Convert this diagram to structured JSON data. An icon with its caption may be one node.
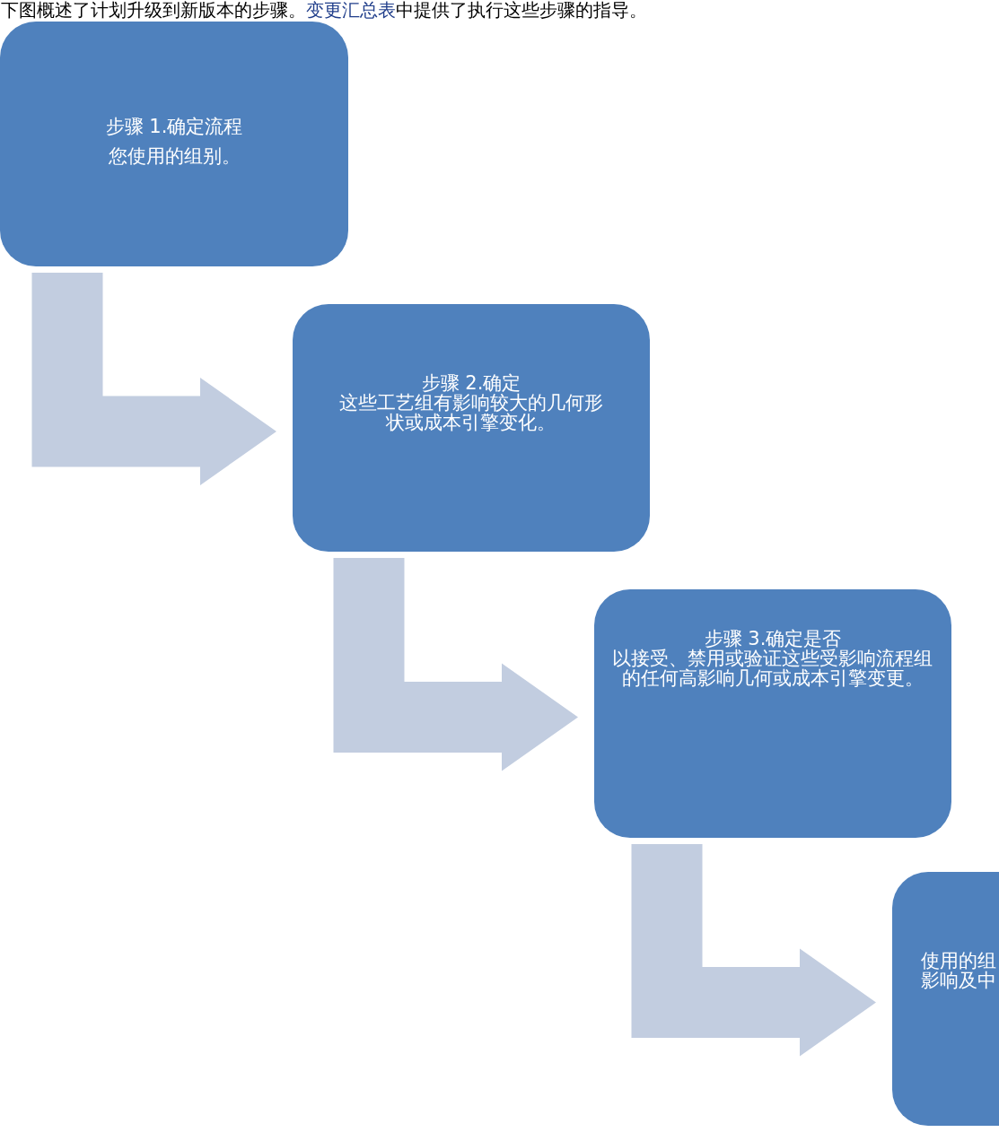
{
  "diagram": {
    "nodes": [
      {
        "text": [
          "步骤 1.确定流程",
          "您使用的组别。"
        ]
      },
      {
        "text": [
          "步骤 2.确定",
          "这些工艺组有影响较大的几何形状或成本引擎变化。"
        ]
      },
      {
        "text": [
          "步骤 3.确定是否",
          "以接受、禁用或验证这些受影响流程组的任何高影响几何或成本引擎变更。"
        ]
      },
      {
        "text": [
          "使用的组影响及中"
        ]
      }
    ],
    "edges": [
      {
        "from": 0,
        "to": 1,
        "arrow": "to"
      },
      {
        "from": 1,
        "to": 2,
        "arrow": "to"
      },
      {
        "from": 2,
        "to": 3,
        "arrow": "to"
      }
    ],
    "labels": [
      "下图概述了计划升级到新版本的步骤。",
      "变更汇总表",
      "中提供了执行这些步骤的指导。"
    ]
  }
}
